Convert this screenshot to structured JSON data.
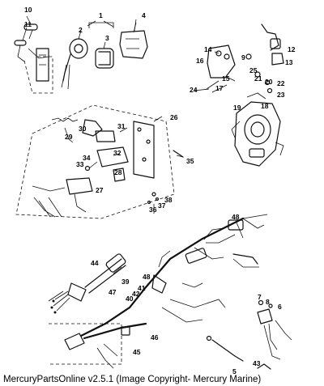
{
  "caption": "MercuryPartsOnline v2.5.1 (Image Copyright- Mercury Marine)",
  "callouts": {
    "c1": "1",
    "c2": "2",
    "c3": "3",
    "c4": "4",
    "c5": "5",
    "c6": "6",
    "c7": "7",
    "c8": "8",
    "c9": "9",
    "c10": "10",
    "c11": "11",
    "c12": "12",
    "c13": "13",
    "c14": "14",
    "c15": "15",
    "c16": "16",
    "c17": "17",
    "c18": "18",
    "c19": "19",
    "c20": "20",
    "c21": "21",
    "c22": "22",
    "c23": "23",
    "c24": "24",
    "c25": "25",
    "c26": "26",
    "c27": "27",
    "c28": "28",
    "c29": "29",
    "c30": "30",
    "c31": "31",
    "c32": "32",
    "c33": "33",
    "c34": "34",
    "c35": "35",
    "c36": "36",
    "c37": "37",
    "c38": "38",
    "c39": "39",
    "c40": "40",
    "c41": "41",
    "c42": "42",
    "c43": "43",
    "c44": "44",
    "c45": "45",
    "c46": "46",
    "c47": "47",
    "c48a": "48",
    "c48b": "48"
  }
}
